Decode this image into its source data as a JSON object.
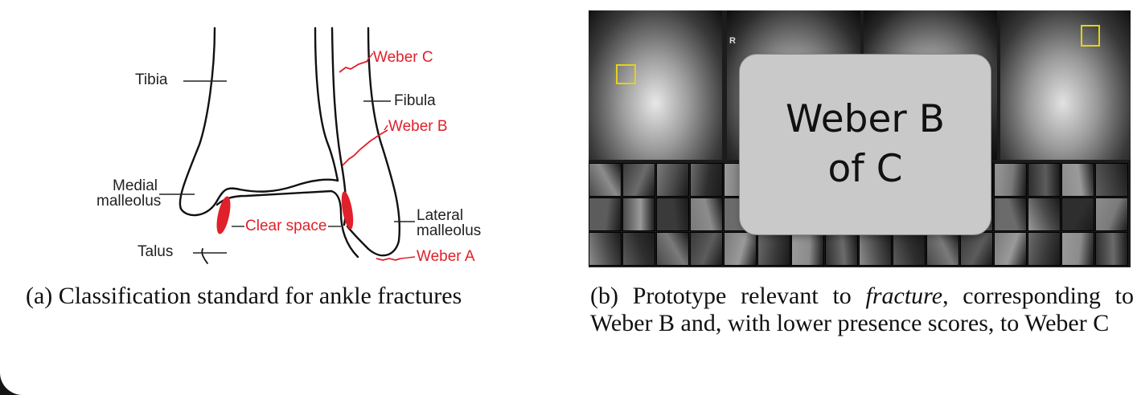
{
  "figure_a": {
    "labels": {
      "tibia": "Tibia",
      "fibula": "Fibula",
      "medial_malleolus": "Medial\nmalleolus",
      "lateral_malleolus": "Lateral\nmalleolus",
      "talus": "Talus",
      "clear_space": "Clear space",
      "weber_a": "Weber A",
      "weber_b": "Weber B",
      "weber_c": "Weber C"
    },
    "caption": "(a) Classification standard for ankle fractures"
  },
  "figure_b": {
    "xray_marker": "R",
    "overlay_line1": "Weber B",
    "overlay_line2": "of C",
    "caption_prefix": "(b) Prototype relevant to ",
    "caption_italic": "fracture",
    "caption_suffix": ", corresponding to Weber B and, with lower presence scores, to Weber C"
  },
  "colors": {
    "annotation_red": "#e0202a",
    "highlight_yellow": "#e2d21b",
    "overlay_gray": "#c9c9c9"
  }
}
